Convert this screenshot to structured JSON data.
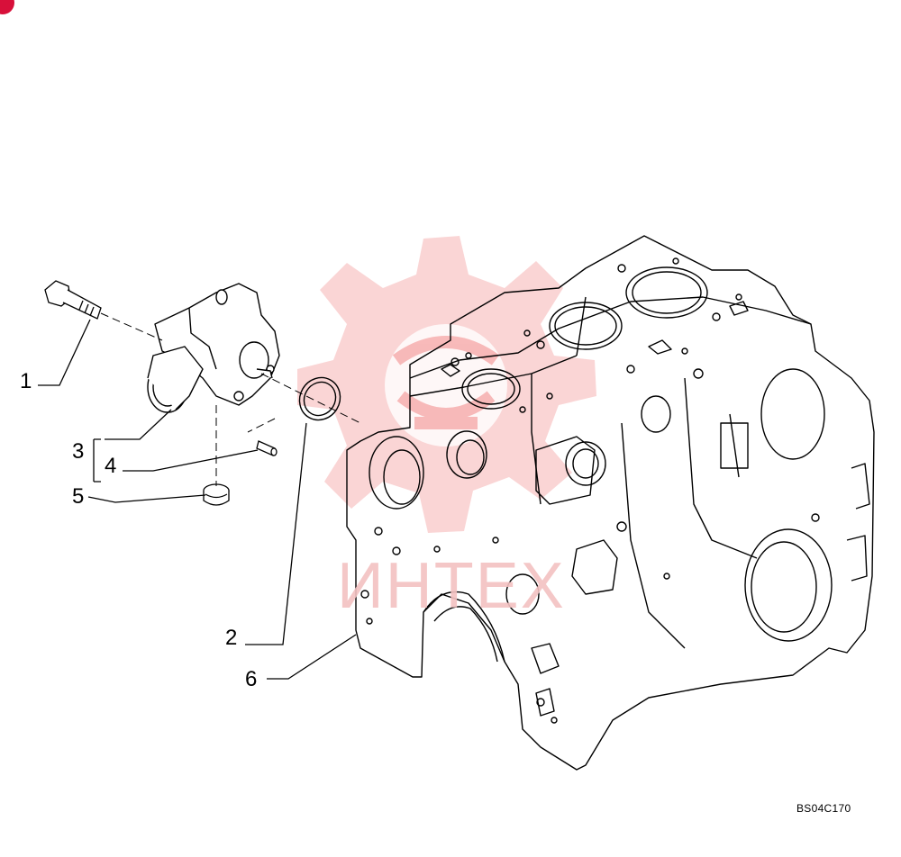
{
  "diagram": {
    "drawing_code": "BS04C170",
    "callouts": [
      {
        "id": "1",
        "label": "1"
      },
      {
        "id": "2",
        "label": "2"
      },
      {
        "id": "3",
        "label": "3"
      },
      {
        "id": "4",
        "label": "4"
      },
      {
        "id": "5",
        "label": "5"
      },
      {
        "id": "6",
        "label": "6"
      }
    ]
  },
  "watermark": {
    "text": "ИНТЕХ",
    "color": "#f08c8c"
  },
  "colors": {
    "line": "#000000",
    "background": "#ffffff",
    "corner_mark": "#d8103a"
  }
}
